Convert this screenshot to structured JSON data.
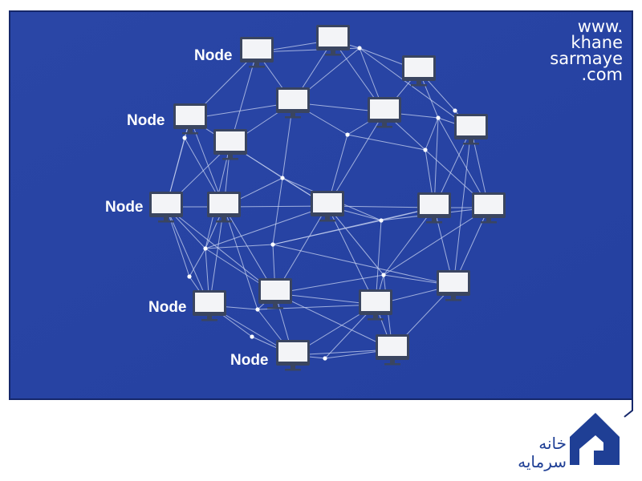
{
  "colors": {
    "panel_bg": "#2641a0",
    "panel_bg_light": "#3050b8",
    "panel_border": "#1a2f77",
    "line": "#c9d4f2",
    "monitor_frame": "#3a4560",
    "monitor_screen": "#f3f4f7",
    "label": "#ffffff",
    "brand": "#1f3f95"
  },
  "website": {
    "line1": "www.",
    "line2": "khane",
    "line3": "sarmaye",
    "line4": ".com"
  },
  "diagram": {
    "node_label": "Node",
    "node_icon": "computer-monitor-icon",
    "junction_icon": "network-junction-dot"
  },
  "brand": {
    "name_line1": "خانه",
    "name_line2": "سرمایه",
    "logo_icon": "house-logo-icon"
  }
}
